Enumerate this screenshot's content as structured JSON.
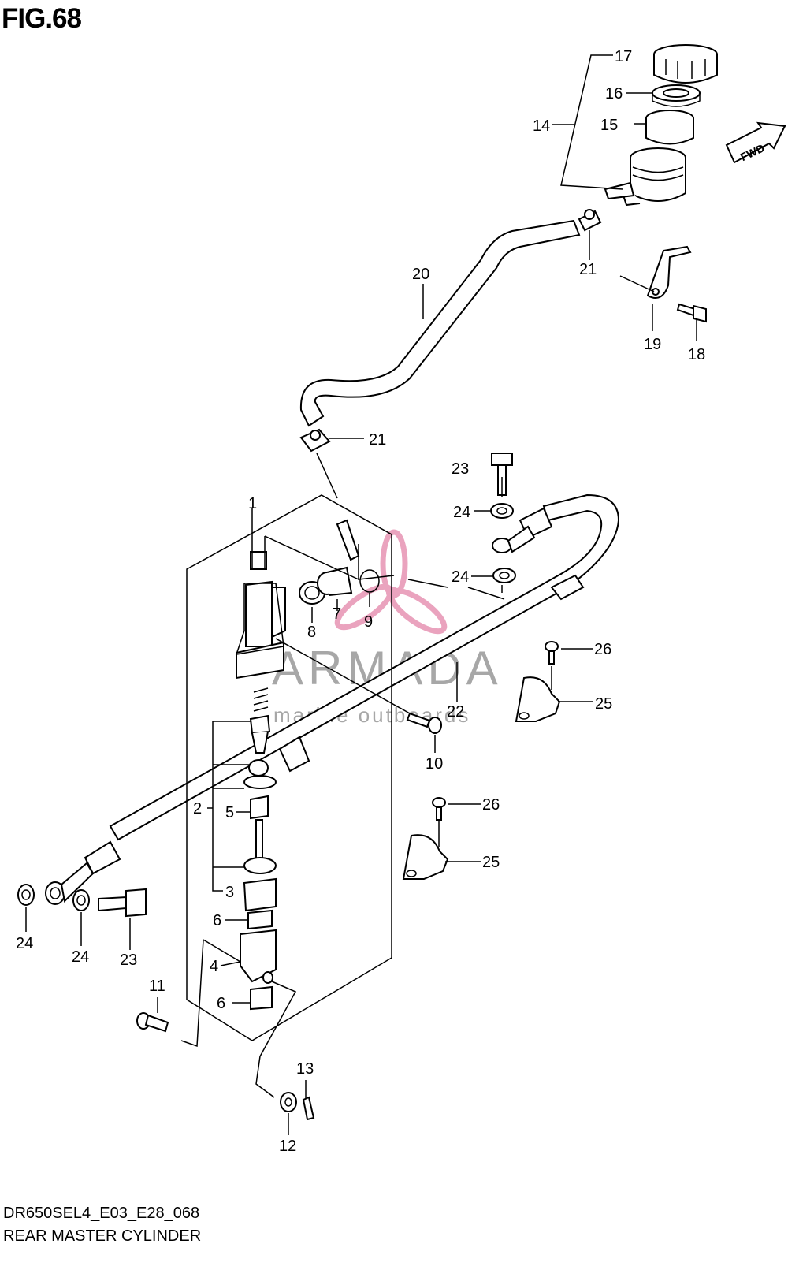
{
  "figure": {
    "title": "FIG.68",
    "model_code": "DR650SEL4_E03_E28_068",
    "caption": "REAR MASTER CYLINDER",
    "fwd_label": "FWD"
  },
  "watermark": {
    "brand": "ARMADA",
    "tagline": "marine outboards",
    "accent_color": "#e89ab8"
  },
  "callouts": {
    "c1": "1",
    "c2": "2",
    "c3": "3",
    "c4": "4",
    "c5": "5",
    "c6a": "6",
    "c6b": "6",
    "c7": "7",
    "c8": "8",
    "c9": "9",
    "c10": "10",
    "c11": "11",
    "c12": "12",
    "c13": "13",
    "c14": "14",
    "c15": "15",
    "c16": "16",
    "c17": "17",
    "c18": "18",
    "c19": "19",
    "c20": "20",
    "c21a": "21",
    "c21b": "21",
    "c22": "22",
    "c23a": "23",
    "c23b": "23",
    "c24a": "24",
    "c24b": "24",
    "c24c": "24",
    "c24d": "24",
    "c25a": "25",
    "c25b": "25",
    "c26a": "26",
    "c26b": "26"
  }
}
